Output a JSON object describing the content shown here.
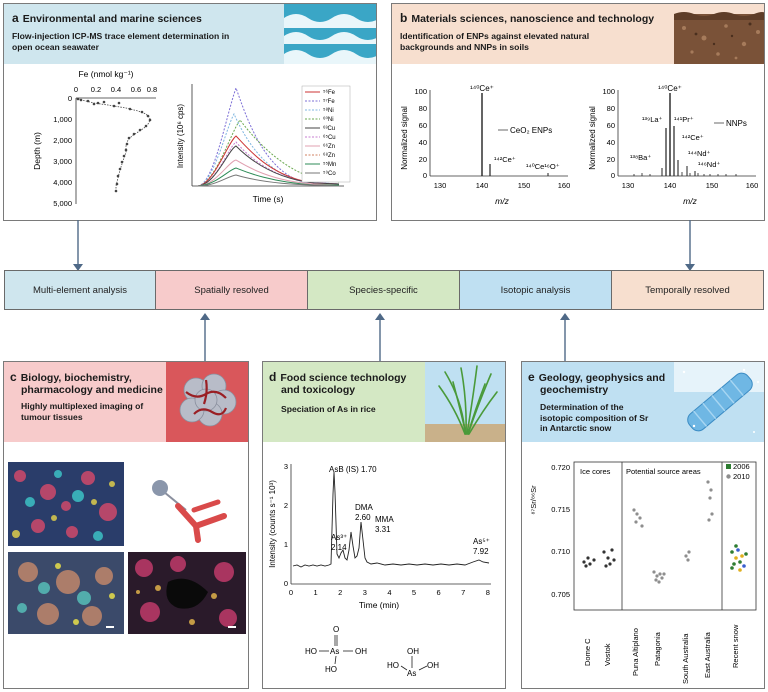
{
  "panel_a": {
    "letter": "a",
    "title": "Environmental and marine sciences",
    "subtitle_l1": "Flow-injection ICP-MS trace element determination in",
    "subtitle_l2": "open ocean seawater",
    "profile_xlabel": "Fe (nmol kg⁻¹)",
    "profile_ylabel": "Depth (m)",
    "profile_xticks": [
      "0",
      "0.2",
      "0.4",
      "0.6",
      "0.8"
    ],
    "profile_yticks": [
      "0",
      "1,000",
      "2,000",
      "3,000",
      "4,000",
      "5,000"
    ],
    "trace_ylabel": "Intensity (10⁶ cps)",
    "trace_xlabel": "Time (s)",
    "legend": [
      "⁵⁶Fe",
      "⁵⁷Fe",
      "⁵⁸Ni",
      "⁶⁰Ni",
      "⁶³Cu",
      "⁶⁵Cu",
      "⁶⁶Zn",
      "⁶⁸Zn",
      "⁵⁵Mn",
      "⁵⁹Co"
    ],
    "colors": {
      "header": "#cfe6ee",
      "accent": "#2a7fa8"
    }
  },
  "panel_b": {
    "letter": "b",
    "title": "Materials sciences, nanoscience and technology",
    "subtitle_l1": "Identification of ENPs against elevated natural",
    "subtitle_l2": "backgrounds and NNPs in soils",
    "ylabel": "Normalized signal",
    "xlabel": "m/z",
    "yticks": [
      "0",
      "20",
      "40",
      "60",
      "80",
      "100"
    ],
    "xticks": [
      "130",
      "140",
      "150",
      "160"
    ],
    "left_legend": "CeO₂ ENPs",
    "right_legend": "NNPs",
    "left_labels": {
      "ce140": "¹⁴⁰Ce⁺",
      "ce142": "¹⁴²Ce⁺",
      "ceo": "¹⁴⁰Ce¹⁶O⁺"
    },
    "right_labels": {
      "ce140": "¹⁴⁰Ce⁺",
      "la139": "¹³⁹La⁺",
      "pr141": "¹⁴¹Pr⁺",
      "ce142": "¹⁴²Ce⁺",
      "ba138": "¹³⁸Ba⁺",
      "nd144": "¹⁴⁴Nd⁺",
      "nd146": "¹⁴⁶Nd⁺"
    },
    "colors": {
      "header": "#f7dfcf"
    }
  },
  "bars": [
    {
      "label": "Multi-element analysis",
      "color": "#cfe6ee"
    },
    {
      "label": "Spatially resolved",
      "color": "#f7cbcb"
    },
    {
      "label": "Species-specific",
      "color": "#d4e8c4"
    },
    {
      "label": "Isotopic analysis",
      "color": "#bfe0f2"
    },
    {
      "label": "Temporally resolved",
      "color": "#f7dfcf"
    }
  ],
  "panel_c": {
    "letter": "c",
    "title_l1": "Biology, biochemistry,",
    "title_l2": "pharmacology and medicine",
    "subtitle_l1": "Highly multiplexed imaging of",
    "subtitle_l2": "tumour tissues",
    "colors": {
      "header": "#f7cbcb"
    }
  },
  "panel_d": {
    "letter": "d",
    "title_l1": "Food science technology",
    "title_l2": "and toxicology",
    "subtitle": "Speciation of As in rice",
    "ylabel": "Intensity (counts s⁻¹ 10³)",
    "xlabel": "Time (min)",
    "xticks": [
      "0",
      "1",
      "2",
      "3",
      "4",
      "5",
      "6",
      "7",
      "8"
    ],
    "yticks": [
      "0",
      "1",
      "2",
      "3"
    ],
    "peaks": {
      "asb_name": "AsB (IS)",
      "asb_time": "1.70",
      "as3_name": "As³⁺",
      "as3_time": "2.14",
      "dma_name": "DMA",
      "dma_time": "2.60",
      "mma_name": "MMA",
      "mma_time": "3.31",
      "as5_name": "As⁵⁺",
      "as5_time": "7.92"
    },
    "mol1": {
      "o_top": "O",
      "as": "As",
      "ho": "HO",
      "oh": "OH"
    },
    "mol2": {
      "oh_top": "OH",
      "ho": "HO",
      "as": "As"
    },
    "colors": {
      "header": "#d4e8c4"
    }
  },
  "panel_e": {
    "letter": "e",
    "title_l1": "Geology, geophysics and",
    "title_l2": "geochemistry",
    "subtitle_l1": "Determination of the",
    "subtitle_l2": "isotopic composition of Sr",
    "subtitle_l3": "in Antarctic snow",
    "ylabel": "⁸⁷Sr/⁸⁶Sr",
    "yticks": [
      "0.705",
      "0.710",
      "0.715",
      "0.720"
    ],
    "section_ice": "Ice cores",
    "section_source": "Potential source areas",
    "legend_2006": "2006",
    "legend_2010": "2010",
    "categories": [
      "Dome C",
      "Vostok",
      "Puna Altiplano",
      "Patagonia",
      "South Australia",
      "East Australia",
      "Recent snow"
    ],
    "colors": {
      "header": "#bfe0f2",
      "y2006": "#2e7d32",
      "y2010": "#8e8e8e"
    }
  }
}
